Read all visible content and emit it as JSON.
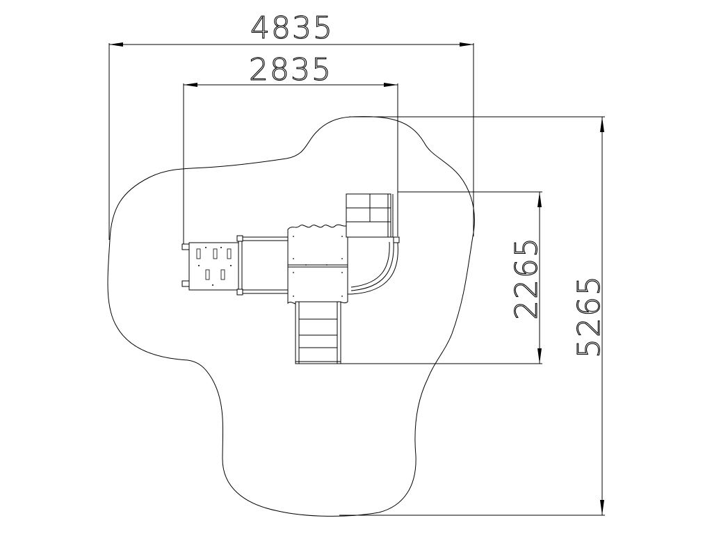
{
  "drawing": {
    "dimensions": {
      "overall_width": "4835",
      "equipment_width": "2835",
      "equipment_depth": "2265",
      "overall_depth": "5265"
    }
  }
}
